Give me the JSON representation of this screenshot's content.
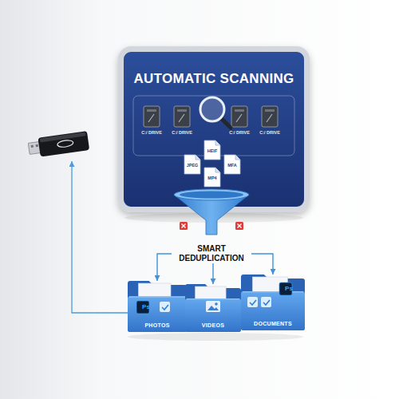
{
  "diagram": {
    "nodes": [
      {
        "text": [
          "AUTOMATIC SCANNING"
        ]
      },
      {
        "text": [
          "SMART DEDUPLICATION"
        ]
      },
      {
        "text": [
          "PHOTOS"
        ]
      },
      {
        "text": [
          "VIDEOS"
        ]
      },
      {
        "text": [
          "DOCUMENTS"
        ]
      }
    ],
    "edges": [
      {
        "from": 1,
        "to": 2,
        "arrow": "to"
      },
      {
        "from": 1,
        "to": 3,
        "arrow": "to"
      },
      {
        "from": 1,
        "to": 4,
        "arrow": "to"
      }
    ],
    "labels": [
      "C:/ DRIVE",
      "C:/ DRIVE",
      "C:/ DRIVE",
      "C:/ DRIVE",
      "JPEG",
      "HEIF",
      "MFA",
      "MP4",
      "Ps",
      "Ps"
    ]
  }
}
